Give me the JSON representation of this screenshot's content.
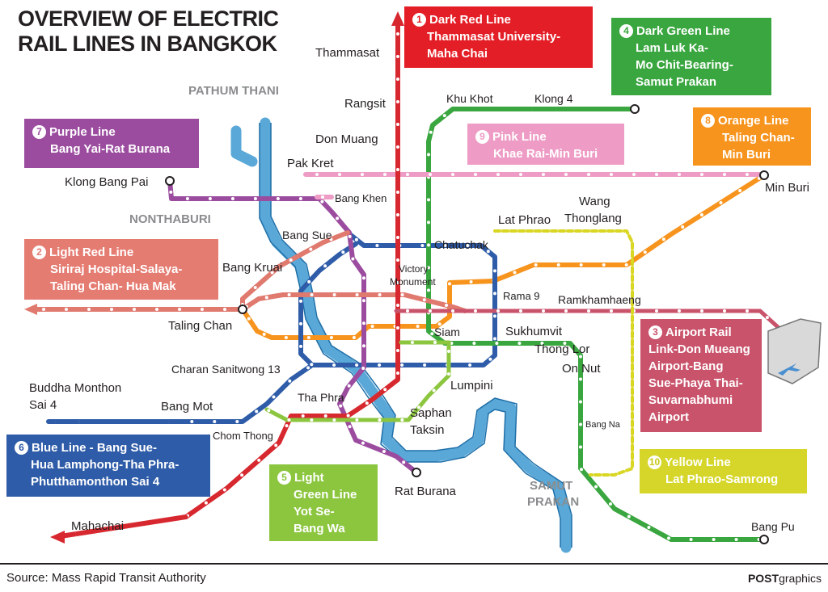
{
  "title": {
    "line1": "OVERVIEW OF ELECTRIC",
    "line2": "RAIL LINES IN BANGKOK"
  },
  "colors": {
    "dark_red": "#d7282f",
    "dark_green": "#3aa63f",
    "orange": "#f7941e",
    "purple": "#9b4c9f",
    "light_red": "#e07a6f",
    "pink": "#ee9cc5",
    "blue": "#2f5ca8",
    "light_green": "#8cc63f",
    "airport": "#c9536b",
    "yellow": "#d9d624",
    "river": "#59a8d8"
  },
  "lines": [
    {
      "num": "1",
      "name": "Dark Red Line",
      "route": [
        "Thammasat University-",
        "Maha Chai"
      ],
      "color": "#e41e26"
    },
    {
      "num": "4",
      "name": "Dark Green Line",
      "route": [
        "Lam Luk Ka-",
        "Mo Chit-Bearing-",
        "Samut Prakan"
      ],
      "color": "#3aa63f"
    },
    {
      "num": "8",
      "name": "Orange Line",
      "route": [
        "Taling Chan-",
        "Min Buri"
      ],
      "color": "#f7941e"
    },
    {
      "num": "7",
      "name": "Purple Line",
      "route": [
        "Bang Yai-Rat Burana"
      ],
      "color": "#9b4c9f"
    },
    {
      "num": "9",
      "name": "Pink Line",
      "route": [
        "Khae Rai-Min Buri"
      ],
      "color": "#ee9cc5"
    },
    {
      "num": "2",
      "name": "Light Red Line",
      "route": [
        "Siriraj Hospital-Salaya-",
        "Taling Chan- Hua Mak"
      ],
      "color": "#e57c72"
    },
    {
      "num": "3",
      "name": "Airport Rail",
      "route": [
        "Link-Don Mueang",
        "Airport-Bang",
        "Sue-Phaya Thai-",
        "Suvarnabhumi",
        "Airport"
      ],
      "color": "#c9536b"
    },
    {
      "num": "6",
      "name": "Blue Line - Bang Sue-",
      "route": [
        "Hua Lamphong-Tha Phra-",
        "Phutthamonthon Sai 4"
      ],
      "color": "#2f5ca8"
    },
    {
      "num": "5",
      "name": "Light",
      "route": [
        "Green Line",
        "Yot Se-",
        "Bang Wa"
      ],
      "color": "#8cc63f"
    },
    {
      "num": "10",
      "name": "Yellow Line",
      "route": [
        "Lat Phrao-Samrong"
      ],
      "color": "#d6d62a"
    }
  ],
  "places": {
    "pathum_thani": "PATHUM THANI",
    "nonthaburi": "NONTHABURI",
    "samut": "SAMUT",
    "prakan": "PRAKAN",
    "thammasat": "Thammasat",
    "rangsit": "Rangsit",
    "don_muang": "Don Muang",
    "khu_khot": "Khu Khot",
    "klong4": "Klong 4",
    "pak_kret": "Pak Kret",
    "min_buri": "Min Buri",
    "klong_bang_pai": "Klong Bang Pai",
    "bang_khen": "Bang Khen",
    "wang": "Wang",
    "thonglang": "Thonglang",
    "lat_phrao": "Lat Phrao",
    "bang_sue": "Bang Sue",
    "chatuchak": "Chatuchak",
    "bang_kruai": "Bang Kruai",
    "victory1": "Victory",
    "victory2": "Monument",
    "rama9": "Rama 9",
    "ramkhamhaeng": "Ramkhamhaeng",
    "taling_chan": "Taling Chan",
    "siam": "Siam",
    "sukhumvit": "Sukhumvit",
    "thong_lor": "Thong Lor",
    "on_nut": "On Nut",
    "charan": "Charan Sanitwong 13",
    "lumpini": "Lumpini",
    "buddha1": "Buddha Monthon",
    "buddha2": "Sai 4",
    "bang_mot": "Bang Mot",
    "tha_phra": "Tha Phra",
    "saphan1": "Saphan",
    "saphan2": "Taksin",
    "chom_thong": "Chom Thong",
    "bang_na": "Bang Na",
    "rat_burana": "Rat Burana",
    "mahachai": "Mahachai",
    "bang_pu": "Bang Pu"
  },
  "footer": {
    "source": "Source: Mass Rapid Transit Authority",
    "brand_bold": "POST",
    "brand_rest": "graphics"
  }
}
